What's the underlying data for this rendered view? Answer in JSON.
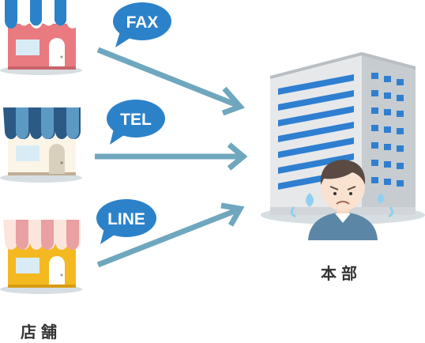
{
  "channels": {
    "fax": "FAX",
    "tel": "TEL",
    "line": "LINE"
  },
  "labels": {
    "store": "店舗",
    "hq": "本部"
  },
  "colors": {
    "arrow": "#6fa7be",
    "bubble": "#2c82c9",
    "building_window": "#2f7fd1",
    "store1_wall": "#e97a80",
    "store2_wall": "#fbf5e8",
    "store3_wall": "#f4b920"
  }
}
